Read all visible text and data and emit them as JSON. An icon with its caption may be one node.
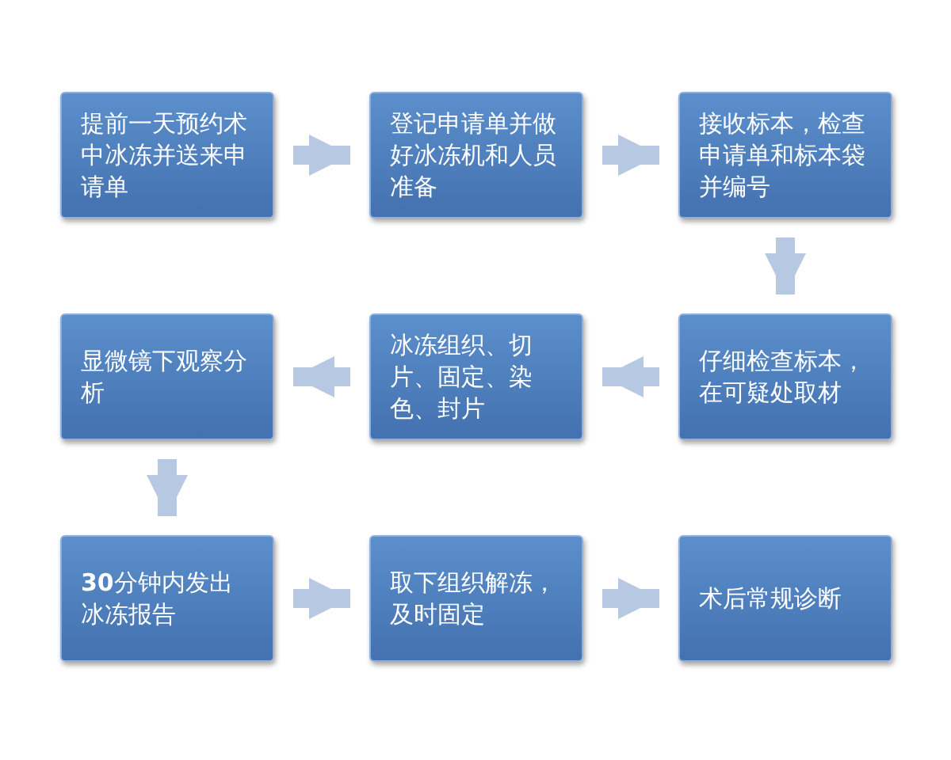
{
  "diagram": {
    "nodes": [
      {
        "text": [
          "提前一天预约术中冰冻并送来申请单"
        ]
      },
      {
        "text": [
          "登记申请单并做好冰冻机和人员准备"
        ]
      },
      {
        "text": [
          "接收标本，检查申请单和标本袋并编号"
        ]
      },
      {
        "text": [
          "显微镜下观察分析"
        ]
      },
      {
        "text": [
          "冰冻组织、切片、固定、染色、封片"
        ]
      },
      {
        "text": [
          "仔细检查标本，在可疑处取材"
        ]
      },
      {
        "text": [
          "**30**分钟内发出冰冻报告"
        ]
      },
      {
        "text": [
          "取下组织解冻，及时固定"
        ]
      },
      {
        "text": [
          "术后常规诊断"
        ]
      }
    ],
    "edges": [
      {
        "from": 0,
        "to": 1,
        "arrow": "to"
      },
      {
        "from": 1,
        "to": 2,
        "arrow": "to"
      },
      {
        "from": 2,
        "to": 5,
        "arrow": "to"
      },
      {
        "from": 5,
        "to": 4,
        "arrow": "to"
      },
      {
        "from": 4,
        "to": 3,
        "arrow": "to"
      },
      {
        "from": 3,
        "to": 6,
        "arrow": "to"
      },
      {
        "from": 6,
        "to": 7,
        "arrow": "to"
      },
      {
        "from": 7,
        "to": 8,
        "arrow": "to"
      }
    ]
  }
}
